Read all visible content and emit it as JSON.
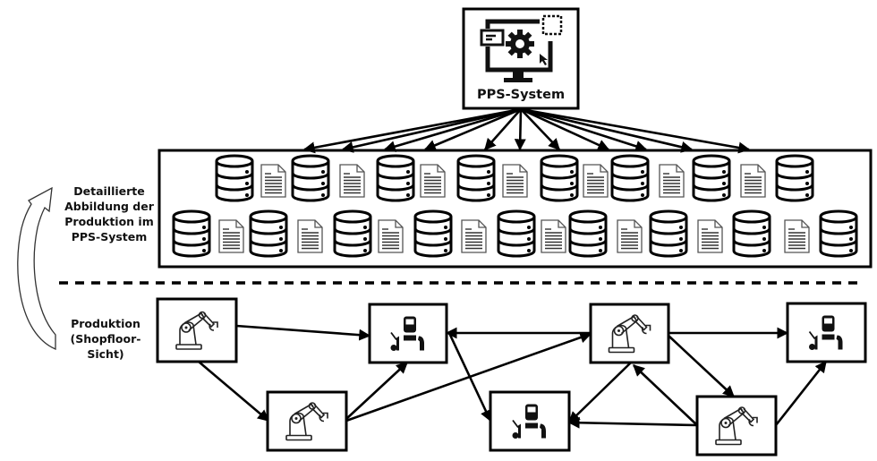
{
  "diagram": {
    "pps_system": {
      "label": "PPS-System",
      "icon": "monitor-gear-icon"
    },
    "side_labels": {
      "top": [
        "Detaillierte",
        "Abbildung der",
        "Produktion im",
        "PPS-System"
      ],
      "bottom": [
        "Produktion",
        "(Shopfloor-",
        "Sicht)"
      ],
      "cycle_arrow": "curved-up-arrow-icon"
    },
    "data_layer": {
      "description": "Database and document icons representing detailed production data in the PPS system",
      "top_row": [
        "database",
        "document",
        "database",
        "document",
        "database",
        "document",
        "database",
        "document",
        "database",
        "document",
        "database",
        "document",
        "database",
        "document",
        "database"
      ],
      "bottom_row": [
        "database",
        "document",
        "database",
        "document",
        "database",
        "document",
        "database",
        "document",
        "database",
        "document",
        "database",
        "document",
        "database",
        "document",
        "database",
        "document",
        "database"
      ],
      "incoming_arrow_count": 11
    },
    "shopfloor": {
      "nodes": [
        {
          "id": "R1",
          "type": "robot"
        },
        {
          "id": "W1",
          "type": "welder"
        },
        {
          "id": "R2",
          "type": "robot"
        },
        {
          "id": "W2",
          "type": "welder"
        },
        {
          "id": "R3",
          "type": "robot"
        },
        {
          "id": "W3",
          "type": "welder"
        },
        {
          "id": "R4",
          "type": "robot"
        }
      ],
      "edges": [
        {
          "from": "R1",
          "to": "W1"
        },
        {
          "from": "R1",
          "to": "R2"
        },
        {
          "from": "R2",
          "to": "W1"
        },
        {
          "from": "R2",
          "to": "R3"
        },
        {
          "from": "R3",
          "to": "W1"
        },
        {
          "from": "W1",
          "to": "W2"
        },
        {
          "from": "R3",
          "to": "W2"
        },
        {
          "from": "R4",
          "to": "W2"
        },
        {
          "from": "R4",
          "to": "R3"
        },
        {
          "from": "R3",
          "to": "W3"
        },
        {
          "from": "R3",
          "to": "R4"
        },
        {
          "from": "R4",
          "to": "W3"
        }
      ]
    }
  }
}
